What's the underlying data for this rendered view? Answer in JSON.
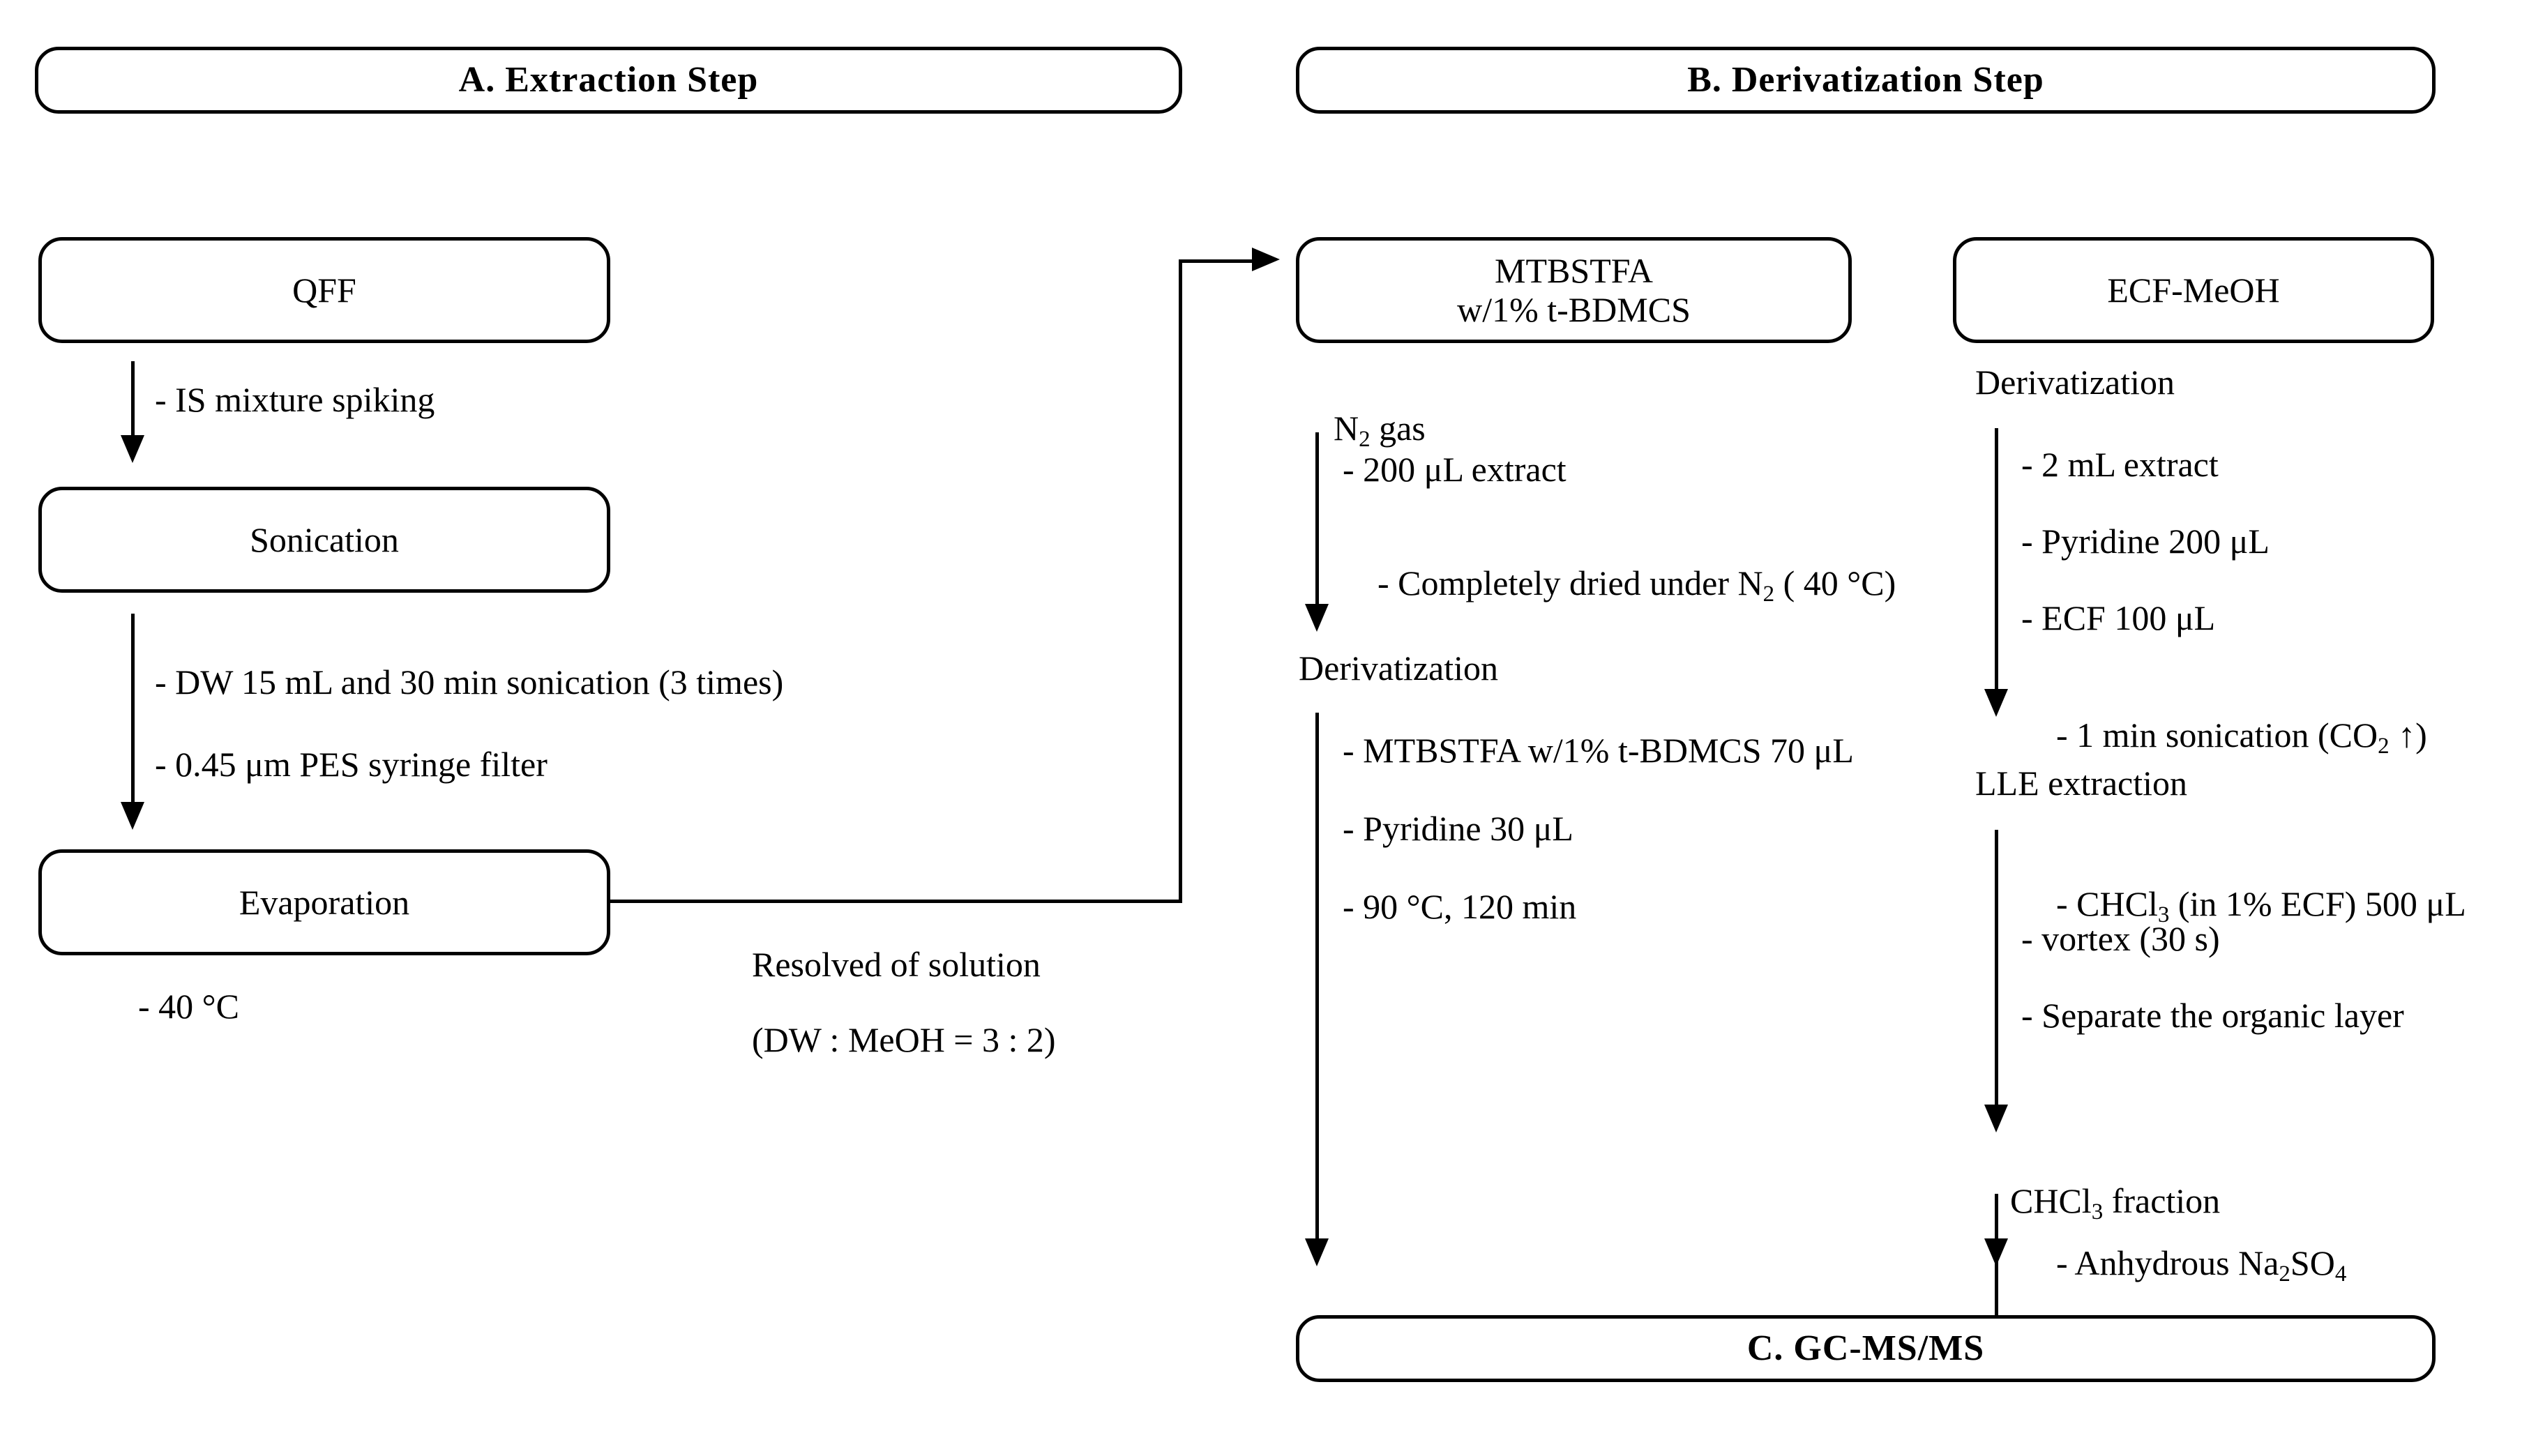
{
  "diagram": {
    "title": "Analytical workflow flowchart",
    "headers": {
      "extraction": "A. Extraction Step",
      "derivatization": "B. Derivatization Step",
      "instrument": "C. GC-MS/MS"
    },
    "extraction_column": {
      "boxes": {
        "qff": "QFF",
        "sonication": "Sonication",
        "evaporation": "Evaporation"
      },
      "steps": {
        "is_spiking": "- IS mixture spiking",
        "dw_sonication": "- DW 15 mL and 30 min sonication (3 times)",
        "pes_filter": "- 0.45 μm PES syringe filter",
        "evap_temp": "- 40 °C"
      },
      "transfer_label_line1": "Resolved of solution",
      "transfer_label_line2": "(DW : MeOH = 3 : 2)"
    },
    "mtbstfa_column": {
      "box_line1": "MTBSTFA",
      "box_line2": "w/1% t-BDMCS",
      "group1_heading": "N2 gas",
      "group1_heading_base": "N",
      "group1_heading_sub": "2",
      "group1_heading_tail": " gas",
      "group1_items": [
        "- 200 μL extract",
        "- Completely dried under N2 ( 40 °C)"
      ],
      "group1_item2_pre": "- Completely dried under N",
      "group1_item2_sub": "2",
      "group1_item2_post": " ( 40 °C)",
      "group2_heading": "Derivatization",
      "group2_items": [
        "- MTBSTFA w/1% t-BDMCS 70 μL",
        "- Pyridine 30 μL",
        "- 90 °C, 120 min"
      ]
    },
    "ecf_column": {
      "box": "ECF-MeOH",
      "group1_heading": "Derivatization",
      "group1_items": [
        "- 2 mL extract",
        "- Pyridine 200 μL",
        "- ECF 100 μL",
        "- 1 min sonication (CO2 ↑)"
      ],
      "group1_item4_pre": "- 1 min sonication (CO",
      "group1_item4_sub": "2",
      "group1_item4_post": " ↑)",
      "group2_heading": "LLE extraction",
      "group2_items": [
        "- CHCl3 (in 1% ECF) 500 μL",
        "- vortex (30 s)",
        "- Separate the organic layer"
      ],
      "group2_item1_pre": "- CHCl",
      "group2_item1_sub": "3",
      "group2_item1_post": " (in 1% ECF) 500 μL",
      "group3_heading": "CHCl3 fraction",
      "group3_heading_pre": "CHCl",
      "group3_heading_sub": "3",
      "group3_heading_post": " fraction",
      "group3_items": [
        "- Anhydrous Na2SO4"
      ],
      "group3_item1_pre": "- Anhydrous Na",
      "group3_item1_sub1": "2",
      "group3_item1_mid": "SO",
      "group3_item1_sub2": "4"
    },
    "colors": {
      "stroke": "#000000",
      "background": "#ffffff",
      "text": "#000000"
    }
  }
}
